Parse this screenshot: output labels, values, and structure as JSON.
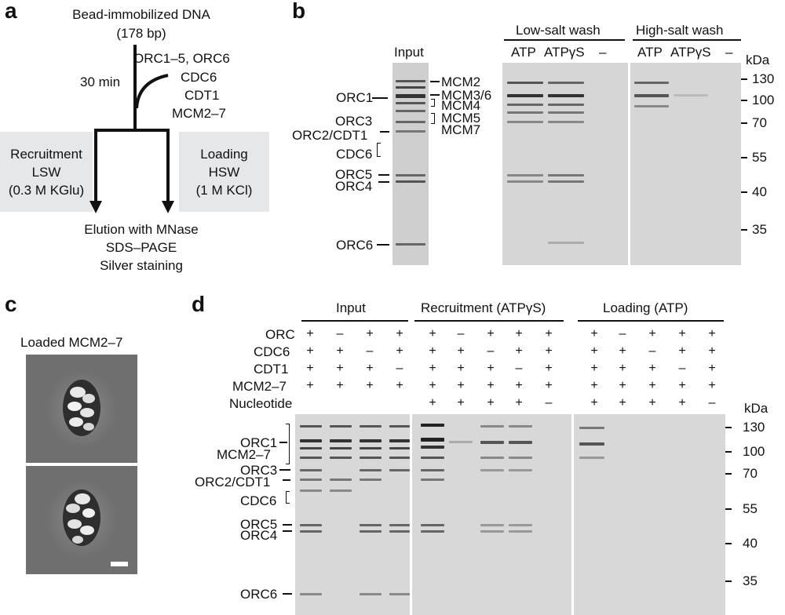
{
  "panels": {
    "a": "a",
    "b": "b",
    "c": "c",
    "d": "d"
  },
  "panel_a": {
    "title_line1": "Bead-immobilized DNA",
    "title_line2": "(178 bp)",
    "time": "30 min",
    "proteins": [
      "ORC1–5, ORC6",
      "CDC6",
      "CDT1",
      "MCM2–7"
    ],
    "left_box": [
      "Recruitment",
      "LSW",
      "(0.3 M KGlu)"
    ],
    "right_box": [
      "Loading",
      "HSW",
      "(1 M KCl)"
    ],
    "bottom": [
      "Elution with MNase",
      "SDS–PAGE",
      "Silver staining"
    ]
  },
  "panel_b": {
    "input_label": "Input",
    "low_salt": "Low-salt wash",
    "high_salt": "High-salt wash",
    "lanes": [
      "ATP",
      "ATPγS",
      "–",
      "ATP",
      "ATPγS",
      "–"
    ],
    "kda_label": "kDa",
    "markers": [
      "130",
      "100",
      "70",
      "55",
      "40",
      "35"
    ],
    "left_labels": [
      "ORC1",
      "ORC3",
      "ORC2/CDT1",
      "CDC6",
      "ORC5",
      "ORC4",
      "ORC6"
    ],
    "right_labels": [
      "MCM2",
      "MCM3/6",
      "MCM4",
      "MCM5",
      "MCM7"
    ]
  },
  "panel_c": {
    "title": "Loaded MCM2–7"
  },
  "panel_d": {
    "groups": [
      "Input",
      "Recruitment (ATPγS)",
      "Loading (ATP)"
    ],
    "row_labels": [
      "ORC",
      "CDC6",
      "CDT1",
      "MCM2–7",
      "Nucleotide"
    ],
    "input_rows": [
      [
        "+",
        "–",
        "+",
        "+"
      ],
      [
        "+",
        "+",
        "–",
        "+"
      ],
      [
        "+",
        "+",
        "+",
        "–"
      ],
      [
        "+",
        "+",
        "+",
        "+"
      ]
    ],
    "lane_rows": [
      [
        "+",
        "–",
        "+",
        "+",
        "+"
      ],
      [
        "+",
        "+",
        "–",
        "+",
        "+"
      ],
      [
        "+",
        "+",
        "+",
        "–",
        "+"
      ],
      [
        "+",
        "+",
        "+",
        "+",
        "+"
      ],
      [
        "+",
        "+",
        "+",
        "+",
        "–"
      ]
    ],
    "kda_label": "kDa",
    "markers": [
      "130",
      "100",
      "70",
      "55",
      "40",
      "35"
    ],
    "left_labels": [
      "ORC1",
      "MCM2–7",
      "ORC3",
      "ORC2/CDT1",
      "CDC6",
      "ORC5",
      "ORC4",
      "ORC6"
    ]
  }
}
